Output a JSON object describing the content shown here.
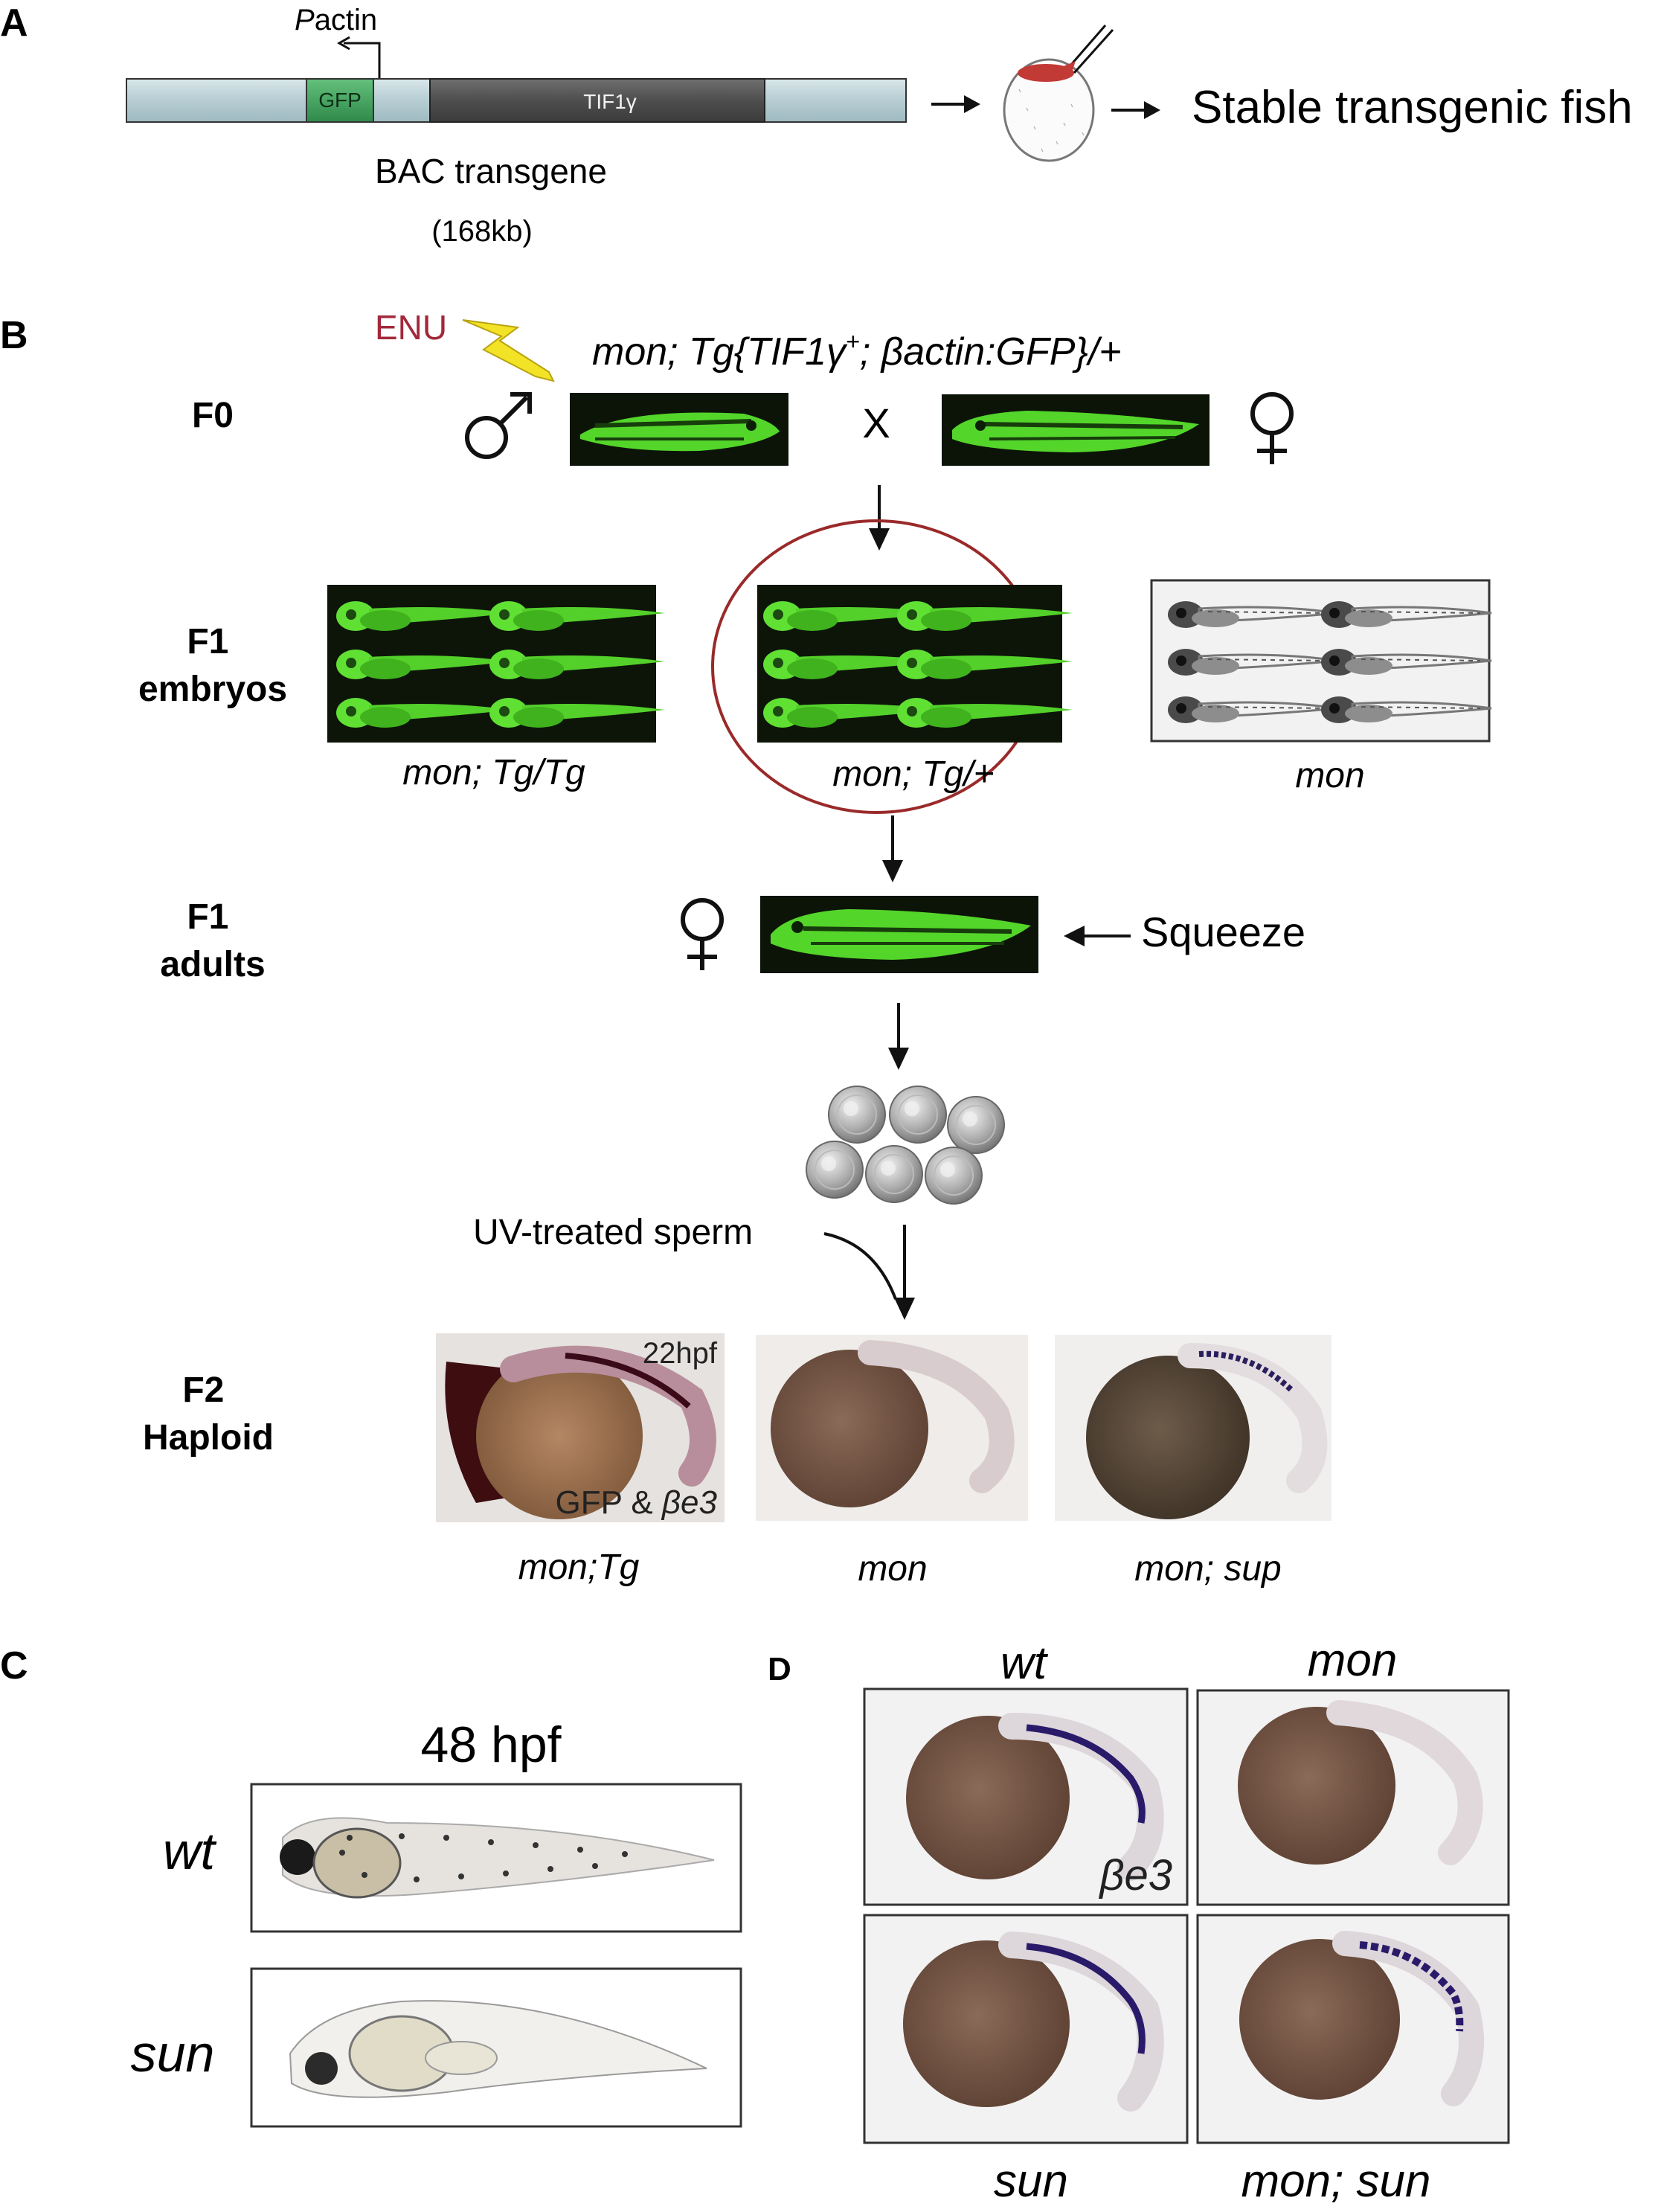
{
  "panelA": {
    "letter": "A",
    "promoter_label": "Pactin",
    "promoter_prefix": "P",
    "promoter_suffix": "actin",
    "gfp_label": "GFP",
    "tif_label": "TIF1γ",
    "transgene_label": "BAC transgene",
    "size_label": "(168kb)",
    "result_label": "Stable transgenic fish"
  },
  "panelB": {
    "letter": "B",
    "enu_label": "ENU",
    "genotype_title_part1": "mon; Tg{TIF1γ",
    "genotype_title_sup": "+",
    "genotype_title_part2": "; βactin:GFP}/+",
    "cross_symbol": "X",
    "rows": {
      "f0": "F0",
      "f1_embryos_1": "F1",
      "f1_embryos_2": "embryos",
      "f1_adults_1": "F1",
      "f1_adults_2": "adults",
      "f2_1": "F2",
      "f2_2": "Haploid"
    },
    "f1_captions": [
      "mon; Tg/Tg",
      "mon; Tg/+",
      "mon"
    ],
    "squeeze_label": "Squeeze",
    "uv_label": "UV-treated sperm",
    "f2_stage_label": "22hpf",
    "f2_stain_prefix": "GFP & ",
    "f2_stain_gene": "βe3",
    "f2_captions": [
      "mon;Tg",
      "mon",
      "mon; sup"
    ]
  },
  "panelC": {
    "letter": "C",
    "stage_label": "48 hpf",
    "row_labels": [
      "wt",
      "sun"
    ]
  },
  "panelD": {
    "letter": "D",
    "top_labels": [
      "wt",
      "mon"
    ],
    "bottom_labels": [
      "sun",
      "mon; sun"
    ],
    "gene_label": "βe3"
  },
  "colors": {
    "gfp_green": "#4fd12a",
    "enu_red": "#a3283a",
    "bolt_yellow": "#f3e326",
    "circle_red": "#9a2a2a",
    "bar_blue": "#bcd3d8",
    "tif_gray": "#555555",
    "gfp_box": "#3ea35a"
  }
}
